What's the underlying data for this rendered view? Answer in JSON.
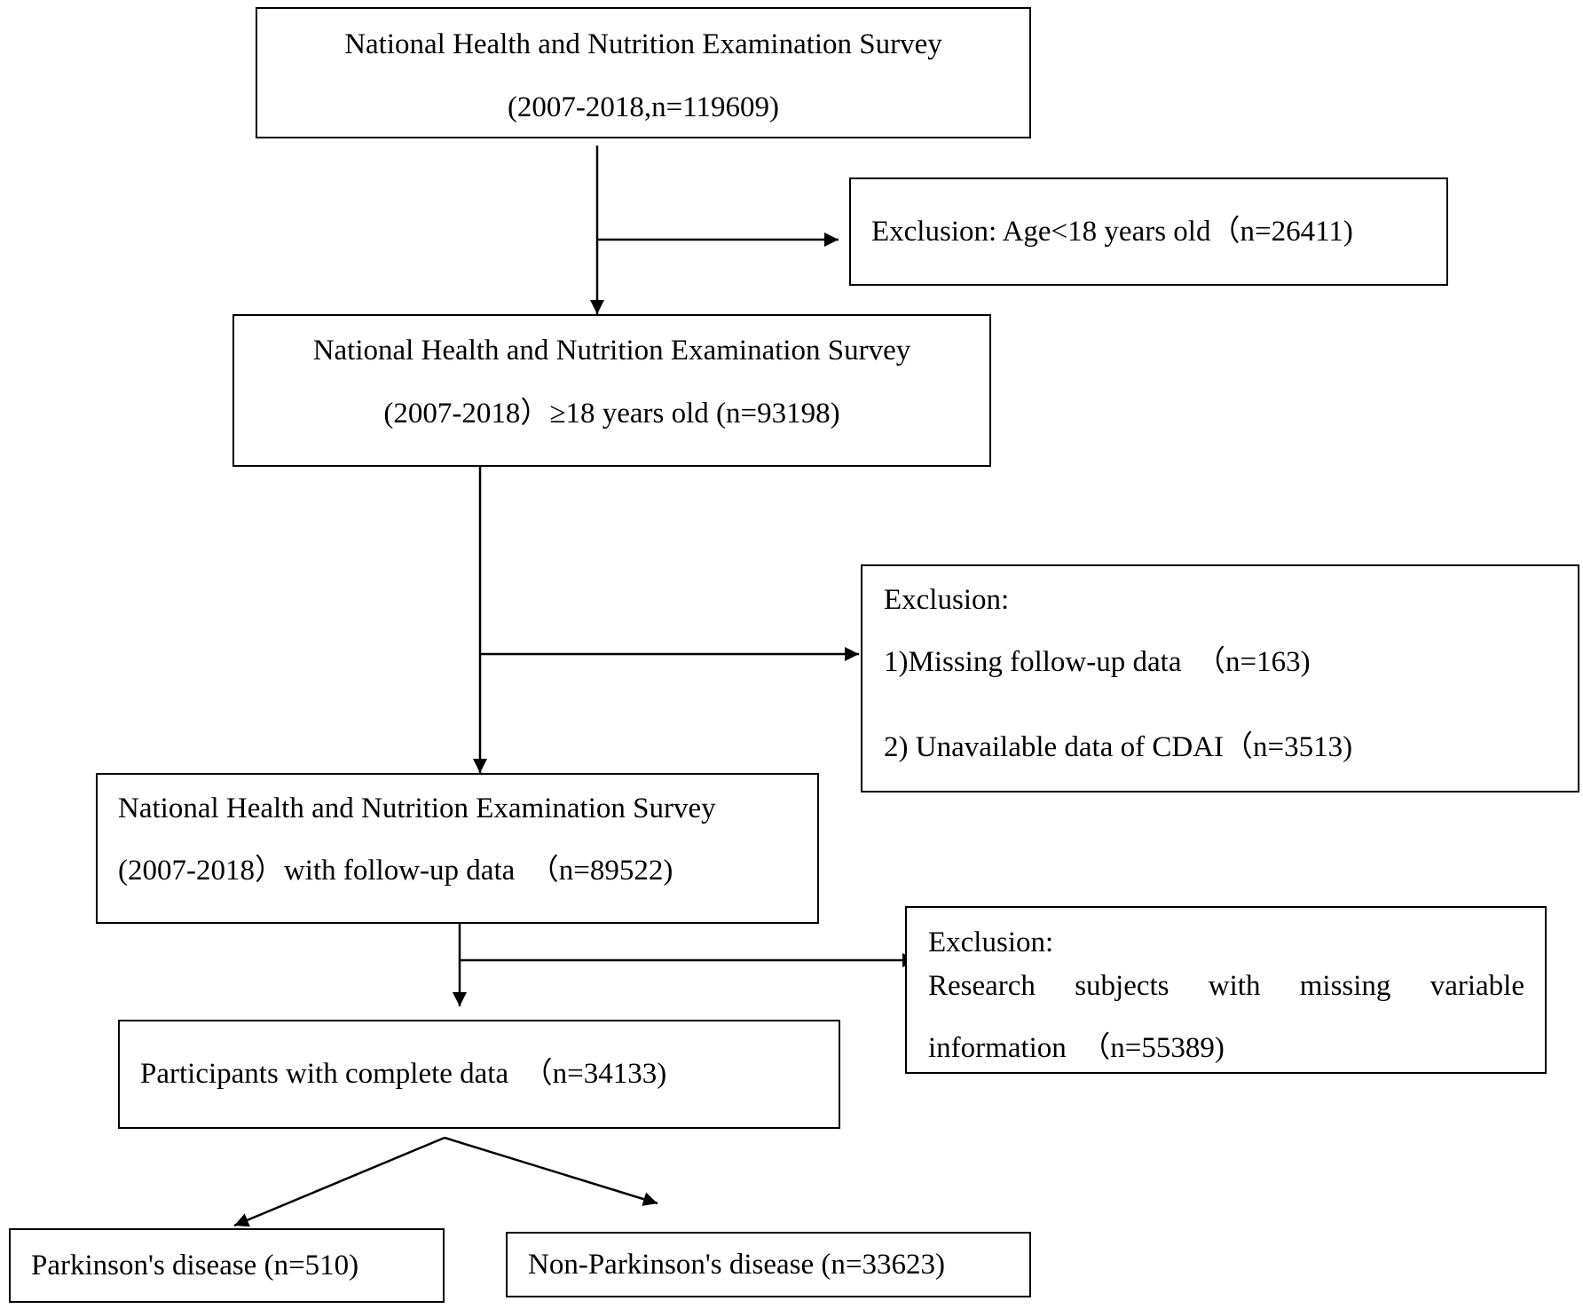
{
  "boxes": {
    "total": {
      "line1": "National Health and Nutrition Examination Survey",
      "line2": "(2007-2018,n=119609)"
    },
    "exclusion_age": {
      "line1": "Exclusion: Age<18 years old（n=26411)"
    },
    "adults": {
      "line1": "National Health and Nutrition Examination Survey",
      "line2": "(2007-2018）≥18 years old (n=93198)"
    },
    "exclusion_followup": {
      "title": "Exclusion:",
      "item1": "1)Missing follow-up data　（n=163)",
      "item2": "2) Unavailable data of CDAI（n=3513)"
    },
    "with_followup": {
      "line1": "National Health and Nutrition Examination Survey",
      "line2": "(2007-2018）with follow-up data　（n=89522)"
    },
    "exclusion_missing": {
      "title": "Exclusion:",
      "line1_words": [
        "Research",
        "subjects",
        "with",
        "missing",
        "variable"
      ],
      "line2": "information　（n=55389)"
    },
    "complete": {
      "line1": "Participants with complete data　（n=34133)"
    },
    "parkinsons": {
      "line1": "Parkinson's disease (n=510)"
    },
    "non_parkinsons": {
      "line1": "Non-Parkinson's disease (n=33623)"
    }
  }
}
